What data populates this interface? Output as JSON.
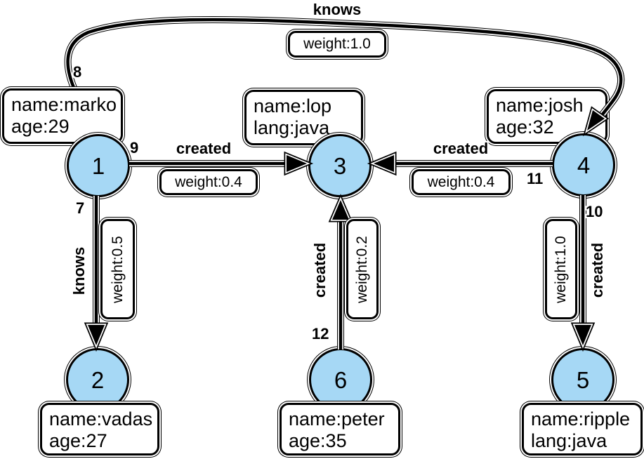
{
  "diagram": {
    "title_hint": "property graph",
    "colors": {
      "node_fill": "#A6D8F5",
      "stroke": "#000000",
      "background": "#FFFFFF"
    },
    "nodes": [
      {
        "id": "1",
        "line1": "name:marko",
        "line2": "age:29"
      },
      {
        "id": "2",
        "line1": "name:vadas",
        "line2": "age:27"
      },
      {
        "id": "3",
        "line1": "name:lop",
        "line2": "lang:java"
      },
      {
        "id": "4",
        "line1": "name:josh",
        "line2": "age:32"
      },
      {
        "id": "5",
        "line1": "name:ripple",
        "line2": "lang:java"
      },
      {
        "id": "6",
        "line1": "name:peter",
        "line2": "age:35"
      }
    ],
    "edges": [
      {
        "id": "8",
        "label": "knows",
        "weight": "weight:1.0",
        "from": "1",
        "to": "4"
      },
      {
        "id": "9",
        "label": "created",
        "weight": "weight:0.4",
        "from": "1",
        "to": "3"
      },
      {
        "id": "7",
        "label": "knows",
        "weight": "weight:0.5",
        "from": "1",
        "to": "2"
      },
      {
        "id": "11",
        "label": "created",
        "weight": "weight:0.4",
        "from": "4",
        "to": "3"
      },
      {
        "id": "10",
        "label": "created",
        "weight": "weight:1.0",
        "from": "4",
        "to": "5"
      },
      {
        "id": "12",
        "label": "created",
        "weight": "weight:0.2",
        "from": "6",
        "to": "3"
      }
    ]
  }
}
